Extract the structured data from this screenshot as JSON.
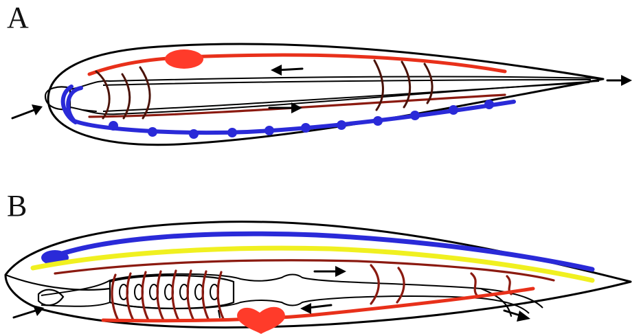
{
  "panels": [
    {
      "id": "A",
      "label": "A"
    },
    {
      "id": "B",
      "label": "B"
    }
  ],
  "colors": {
    "outline": "#000000",
    "artery_red": "#e8301a",
    "heart_red": "#ff3b2a",
    "vein_blue": "#2a2ad8",
    "nerve_yellow": "#f0f020",
    "vessel_dark_red": "#8b1a10",
    "vessel_brown": "#4a1208",
    "background": "#ffffff"
  }
}
